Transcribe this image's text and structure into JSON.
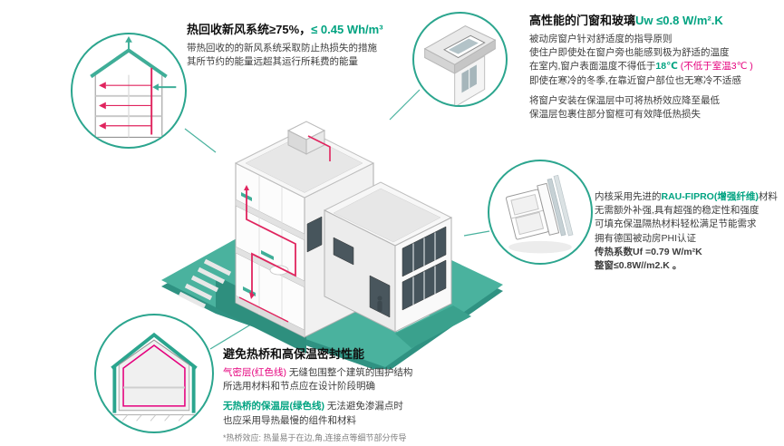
{
  "colors": {
    "accent_green": "#00a381",
    "ring_teal": "#2ba58e",
    "highlight_red": "#e5007d",
    "platform_teal": "#4ab29e",
    "duct_red": "#e0245e"
  },
  "icons": {
    "ventilation_circle": "house-section-ventilation-icon",
    "window_circle": "window-corner-detail-icon",
    "profile_circle": "window-frame-profile-icon",
    "thermal_circle": "house-section-insulation-icon",
    "center": "isometric-passive-house-illustration"
  },
  "sections": {
    "ventilation": {
      "title_main": "热回收新风系统≥75%，",
      "title_value": "≤ 0.45 Wh/m³",
      "desc1": "带热回收的的新风系统采取防止热损失的措施",
      "desc2": "其所节约的能量远超其运行所耗费的能量"
    },
    "windows": {
      "title_main": "高性能的门窗和玻璃",
      "title_value": "Uw ≤0.8 W/m².K",
      "line1": "被动房窗户针对舒适度的指导原则",
      "line2": "使住户即使处在窗户旁也能感到极为舒适的温度",
      "line3_pre": "在室内,窗户表面温度不得低于",
      "line3_temp": "18℃",
      "line3_note": " (不低于室温3℃ )",
      "line4": "即使在寒冷的冬季,在靠近窗户部位也无寒冷不适感",
      "line5": "将窗户安装在保温层中可将热桥效应降至最低",
      "line6": "保温层包裹住部分窗框可有效降低热损失"
    },
    "frame_profile": {
      "line1_pre": "内核采用先进的",
      "line1_highlight": "RAU-FIPRO(增强纤维)",
      "line1_post": "材料",
      "line2": "无需额外补强,具有超强的稳定性和强度",
      "line3": "可填充保温隔热材料轻松满足节能需求",
      "line4": "拥有德国被动房PHI认证",
      "uf_value": "传热系数Uf =0.79 W/m²K",
      "uw_value": "整窗≤0.8W//m2.K 。"
    },
    "thermal_bridge": {
      "title": "避免热桥和高保温密封性能",
      "airtight_label": "气密层(红色线)",
      "airtight_text": " 无缝包围整个建筑的围护结构",
      "line2": "所选用材料和节点应在设计阶段明确",
      "insulation_label": "无热桥的保温层(绿色线)",
      "insulation_text": " 无法避免渗漏点时",
      "line4": "也应采用导热最慢的组件和材料",
      "footnote": "*热桥效应: 热量易于在边,角,连接点等细节部分传导"
    }
  }
}
